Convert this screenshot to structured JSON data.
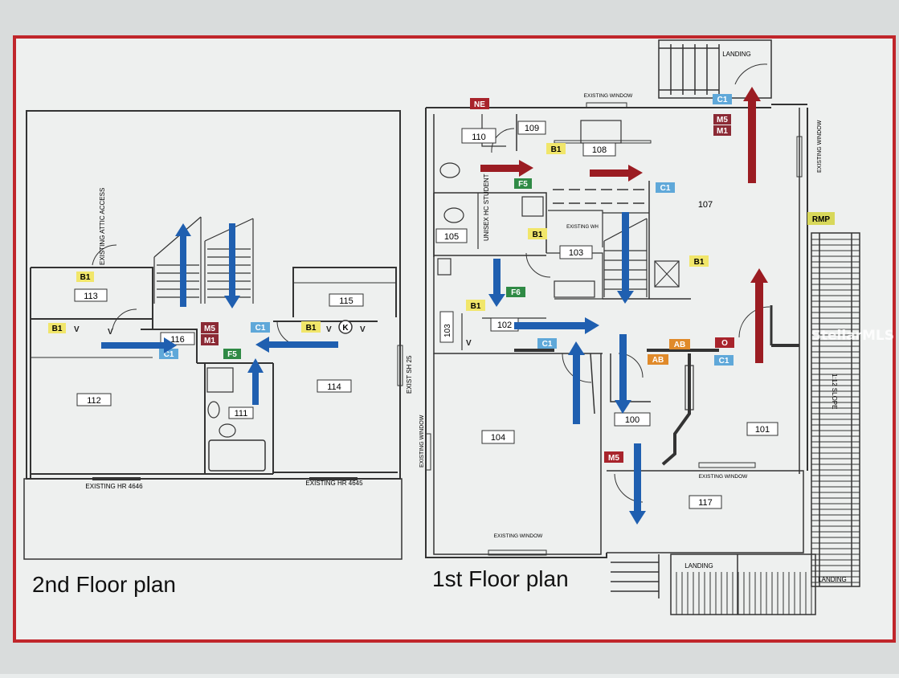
{
  "titles": {
    "second_floor": "2nd Floor plan",
    "first_floor": "1st Floor plan"
  },
  "watermark": "StellarMLS",
  "colors": {
    "border": "#c0262b",
    "wall": "#333333",
    "arrow_blue": "#1f5fb0",
    "arrow_red": "#9b1c22",
    "paper": "#eef0ef"
  },
  "rooms_second": [
    {
      "id": "113",
      "label": "113"
    },
    {
      "id": "115",
      "label": "115"
    },
    {
      "id": "116",
      "label": "116"
    },
    {
      "id": "112",
      "label": "112"
    },
    {
      "id": "114",
      "label": "114"
    },
    {
      "id": "111",
      "label": "111"
    }
  ],
  "rooms_first": [
    {
      "id": "110",
      "label": "110"
    },
    {
      "id": "109",
      "label": "109"
    },
    {
      "id": "108",
      "label": "108"
    },
    {
      "id": "107",
      "label": "107"
    },
    {
      "id": "105",
      "label": "105"
    },
    {
      "id": "103",
      "label": "103"
    },
    {
      "id": "102",
      "label": "102"
    },
    {
      "id": "103b",
      "label": "103"
    },
    {
      "id": "104",
      "label": "104"
    },
    {
      "id": "100",
      "label": "100"
    },
    {
      "id": "101",
      "label": "101"
    },
    {
      "id": "117",
      "label": "117"
    }
  ],
  "tags": {
    "b1": "B1",
    "c1": "C1",
    "m5": "M5",
    "m1": "M1",
    "f5": "F5",
    "f6": "F6",
    "ne": "NE",
    "ab": "AB",
    "o": "O",
    "rmp": "RMP",
    "k": "K"
  },
  "notes": {
    "attic": "EXISTING ATTIC ACCESS",
    "existing_hr_4646": "EXISTING HR 4646",
    "existing_hr_4645": "EXISTING HR 4645",
    "exist_sh25": "EXIST SH 25",
    "existing_window": "EXISTING WINDOW",
    "landing": "LANDING",
    "unisex": "UNISEX HC STUDENT",
    "existing_wh": "EXISTING WH",
    "slope": "1:12 SLOPE"
  }
}
